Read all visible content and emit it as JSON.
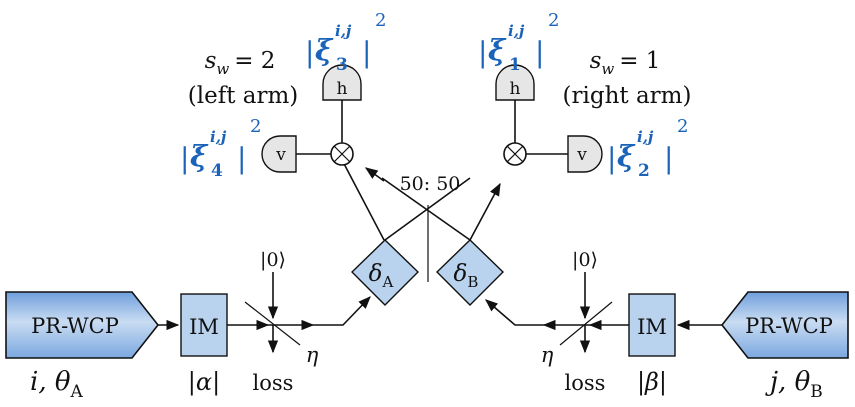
{
  "sources": {
    "left": {
      "label": "PR-WCP",
      "sublabel_a": "i, θ",
      "sublabel_sub": "A"
    },
    "right": {
      "label": "PR-WCP",
      "sublabel_a": "j, θ",
      "sublabel_sub": "B"
    }
  },
  "modulators": {
    "left": {
      "label": "IM",
      "sublabel": "|α|"
    },
    "right": {
      "label": "IM",
      "sublabel": "|β|"
    }
  },
  "channel": {
    "vacuum_label": "|0⟩",
    "loss_label": "loss",
    "eta_label": "η"
  },
  "phase_shifters": {
    "left": {
      "symbol": "δ",
      "sub": "A"
    },
    "right": {
      "symbol": "δ",
      "sub": "B"
    }
  },
  "beamsplitter_label": "50: 50",
  "arms": {
    "left": {
      "sw_label": "s",
      "sw_sub": "w",
      "sw_value": "= 2",
      "name": "(left arm)"
    },
    "right": {
      "sw_label": "s",
      "sw_sub": "w",
      "sw_value": "= 1",
      "name": "(right arm)"
    }
  },
  "detectors": {
    "h_label": "h",
    "v_label": "v"
  },
  "xi_terms": [
    {
      "id": "xi3",
      "sym": "ξ",
      "sup": "i,j",
      "sub": "3",
      "pow": "2"
    },
    {
      "id": "xi1",
      "sym": "ξ",
      "sup": "i,j",
      "sub": "1",
      "pow": "2"
    },
    {
      "id": "xi4",
      "sym": "ξ",
      "sup": "i,j",
      "sub": "4",
      "pow": "2"
    },
    {
      "id": "xi2",
      "sym": "ξ",
      "sup": "i,j",
      "sub": "2",
      "pow": "2"
    }
  ],
  "colors": {
    "accent_blue": "#1a63b8",
    "box_fill": "#b9d3ee",
    "detector_fill": "#e6e6e6"
  }
}
